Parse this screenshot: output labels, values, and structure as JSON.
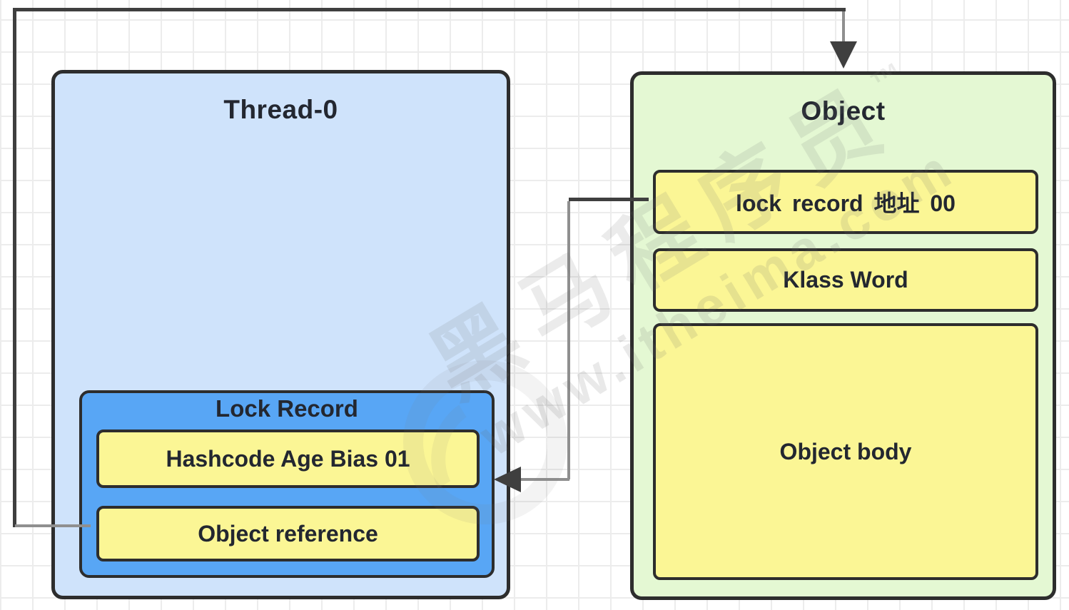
{
  "diagram": {
    "thread_box": {
      "title": "Thread-0",
      "lock_record": {
        "title": "Lock Record",
        "rows": [
          {
            "label": "Hashcode Age Bias 01"
          },
          {
            "label": "Object reference"
          }
        ]
      }
    },
    "object_box": {
      "title": "Object",
      "rows": [
        {
          "label": "lock record 地址 00"
        },
        {
          "label": "Klass Word"
        },
        {
          "label": "Object body"
        }
      ]
    },
    "edges": [
      {
        "name": "object-reference-to-object",
        "from": "Object reference",
        "to": "Object",
        "arrow": "down"
      },
      {
        "name": "lock-record-address-to-lock-record",
        "from": "lock record 地址 00",
        "to": "Lock Record",
        "arrow": "left"
      }
    ],
    "colors": {
      "thread_fill": "#cfe3fb",
      "lock_record_fill": "#58a6f5",
      "cell_fill": "#fbf695",
      "object_fill": "#e4f8d3",
      "border": "#2d2d2d",
      "edge_dark": "#3f3f3f",
      "edge_gray": "#8f8f8f",
      "text": "#232730"
    },
    "watermark": {
      "brand": "黑马程序员",
      "tm": "™",
      "url": "www.itheima.com"
    }
  }
}
